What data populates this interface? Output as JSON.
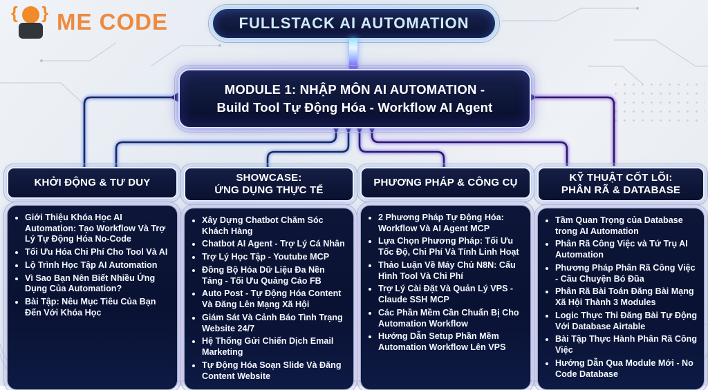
{
  "colors": {
    "accent_orange": "#ee8a3e",
    "navy_box": "#0c142e",
    "banner_text": "#cfeafd",
    "glow_blue": "#4f7dff",
    "glow_purple": "#8b4dff",
    "background": "#e8edf3"
  },
  "logo": {
    "label": "ME CODE",
    "icon": "person-in-braces-icon"
  },
  "banner": {
    "title": "FULLSTACK AI AUTOMATION"
  },
  "module": {
    "title": "MODULE 1: NHẬP MÔN AI AUTOMATION -\nBuild Tool Tự Động Hóa - Workflow AI Agent"
  },
  "columns": [
    {
      "header": "KHỞI ĐỘNG & TƯ DUY",
      "items": [
        "Giới Thiệu Khóa Học AI Automation: Tạo Workflow Và Trợ Lý Tự Động Hóa No-Code",
        "Tối Ưu Hóa Chi Phí Cho Tool Và AI",
        "Lộ Trình Học Tập AI Automation",
        "Vì Sao Bạn Nên Biết Nhiều Ứng Dụng Của Automation?",
        "Bài Tập: Nêu Mục Tiêu Của Bạn Đến Với Khóa Học"
      ]
    },
    {
      "header": "SHOWCASE:\nỨNG DỤNG THỰC TẾ",
      "items": [
        "Xây Dựng Chatbot Chăm Sóc Khách Hàng",
        "Chatbot AI Agent - Trợ Lý Cá Nhân",
        "Trợ Lý Học Tập - Youtube MCP",
        "Đồng Bộ Hóa Dữ Liệu Đa Nền Tảng - Tối Ưu Quảng Cáo FB",
        "Auto Post - Tự Động Hóa Content Và Đăng Lên Mạng Xã Hội",
        "Giám Sát Và Cảnh Báo Tình Trạng Website 24/7",
        "Hệ Thống Gửi Chiến Dịch Email Marketing",
        "Tự Động Hóa Soạn Slide Và Đăng Content Website"
      ]
    },
    {
      "header": "PHƯƠNG PHÁP & CÔNG CỤ",
      "items": [
        "2 Phương Pháp Tự Động Hóa: Workflow Và AI Agent MCP",
        "Lựa Chọn Phương Pháp: Tối Ưu Tốc Độ, Chi Phí Và Tính Linh Hoạt",
        "Thảo Luận Về Máy Chủ N8N: Cấu Hình Tool Và Chi Phí",
        "Trợ Lý Cài Đặt Và Quản Lý VPS - Claude SSH MCP",
        "Các Phần Mềm Cần Chuẩn Bị Cho Automation Workflow",
        "Hướng Dẫn Setup Phần Mềm Automation Workflow Lên VPS"
      ]
    },
    {
      "header": "KỸ THUẬT CỐT LÕI:\nPHÂN RÃ & DATABASE",
      "items": [
        "Tầm Quan Trọng của Database trong AI Automation",
        "Phân Rã Công Việc và Tứ Trụ AI Automation",
        "Phương Pháp Phân Rã Công Việc - Câu Chuyện Bó Đũa",
        "Phân Rã Bài Toán Đăng Bài Mạng Xã Hội Thành 3 Modules",
        "Logic Thực Thi Đăng Bài Tự Động Với Database Airtable",
        "Bài Tập Thực Hành Phân Rã Công Việc",
        "Hướng Dẫn Qua Module Mới - No Code Database"
      ]
    }
  ]
}
